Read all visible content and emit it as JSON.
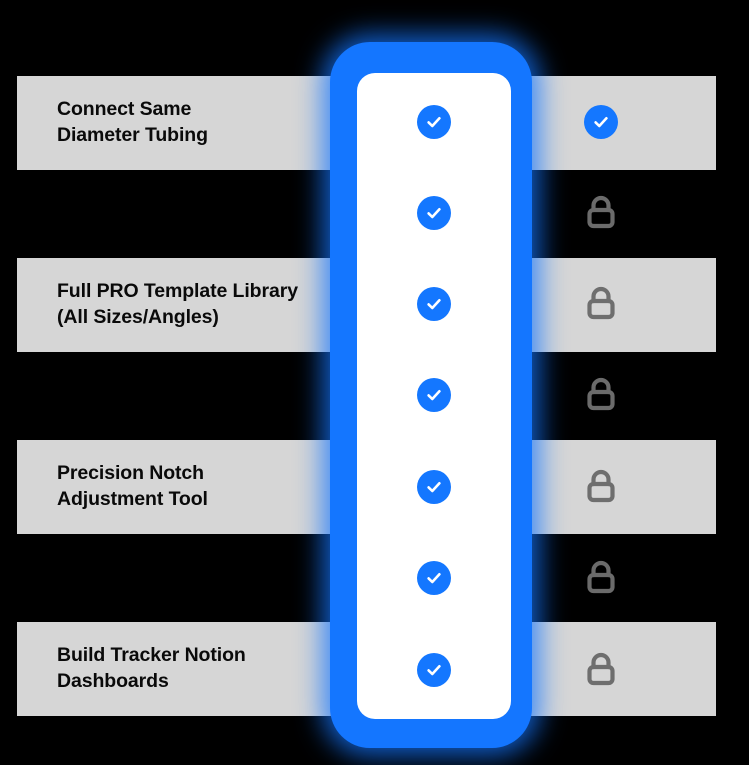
{
  "theme": {
    "background": "#000000",
    "band_fill": "#d6d6d6",
    "band_text": "#0a0a0a",
    "accent_blue": "#1477ff",
    "highlight_card": "#ffffff",
    "lock_gray": "#6e6e6e",
    "lock_gray_on_dark": "#6b6b6b"
  },
  "comparison": {
    "rows": [
      {
        "label": "Connect Same\nDiameter Tubing",
        "has_band": true,
        "pro_icon": "check-icon",
        "free_icon": "check-icon"
      },
      {
        "label": "",
        "has_band": false,
        "pro_icon": "check-icon",
        "free_icon": "lock-icon"
      },
      {
        "label": "Full PRO Template Library\n(All Sizes/Angles)",
        "has_band": true,
        "pro_icon": "check-icon",
        "free_icon": "lock-icon"
      },
      {
        "label": "",
        "has_band": false,
        "pro_icon": "check-icon",
        "free_icon": "lock-icon"
      },
      {
        "label": "Precision Notch\nAdjustment Tool",
        "has_band": true,
        "pro_icon": "check-icon",
        "free_icon": "lock-icon"
      },
      {
        "label": "",
        "has_band": false,
        "pro_icon": "check-icon",
        "free_icon": "lock-icon"
      },
      {
        "label": "Build Tracker Notion\nDashboards",
        "has_band": true,
        "pro_icon": "check-icon",
        "free_icon": "lock-icon"
      }
    ]
  },
  "bands": [
    {
      "label": "Connect Same\nDiameter Tubing"
    },
    {
      "label": "Full PRO Template Library\n(All Sizes/Angles)"
    },
    {
      "label": "Precision Notch\nAdjustment Tool"
    },
    {
      "label": "Build Tracker Notion\nDashboards"
    }
  ],
  "pro_column": {
    "icons": [
      "check-icon",
      "check-icon",
      "check-icon",
      "check-icon",
      "check-icon",
      "check-icon",
      "check-icon"
    ]
  },
  "free_column": {
    "icons": [
      "check-icon",
      "lock-icon",
      "lock-icon",
      "lock-icon",
      "lock-icon",
      "lock-icon",
      "lock-icon"
    ]
  }
}
